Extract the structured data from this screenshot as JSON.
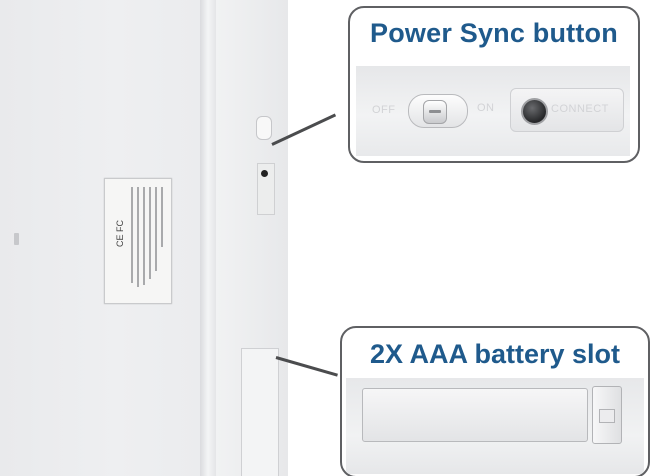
{
  "callouts": {
    "power": {
      "title": "Power  Sync button"
    },
    "battery": {
      "title": "2X AAA battery slot"
    }
  },
  "switch": {
    "off_label": "OFF",
    "on_label": "ON"
  },
  "connect": {
    "label": "CONNECT"
  },
  "colors": {
    "title_text": "#1f5a8c",
    "callout_border": "#5f6063",
    "device_body": "#eeeff1"
  }
}
